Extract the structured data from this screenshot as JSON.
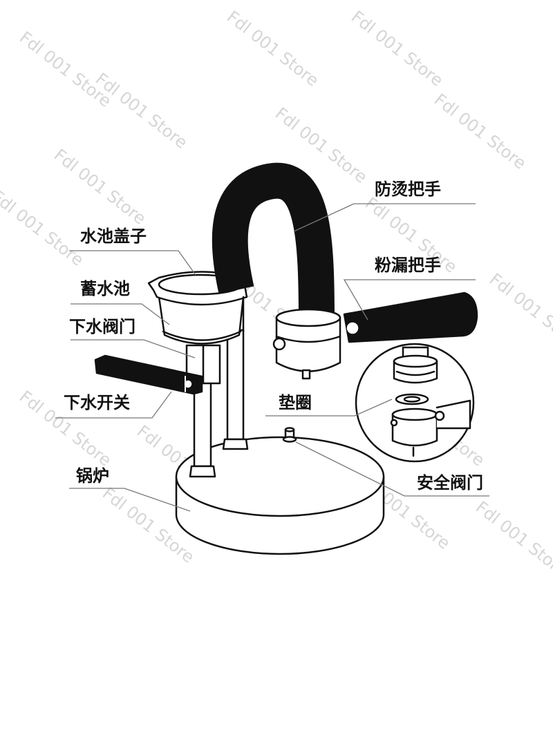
{
  "labels": {
    "anti_scald_handle": "防烫把手",
    "tank_lid": "水池盖子",
    "funnel_handle": "粉漏把手",
    "water_tank": "蓄水池",
    "drain_valve": "下水阀门",
    "drain_switch": "下水开关",
    "gasket": "垫圈",
    "boiler": "锅炉",
    "safety_valve": "安全阀门"
  },
  "watermark": "Fdl 001 Store",
  "colors": {
    "ink": "#111111",
    "leader": "#777777",
    "watermark": "#d6d6d6"
  }
}
